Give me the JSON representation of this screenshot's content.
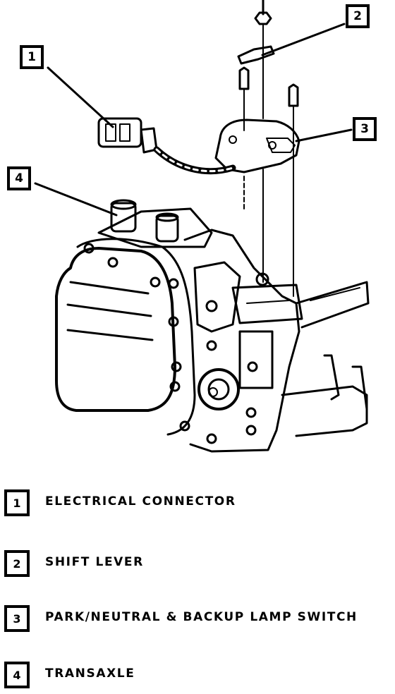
{
  "callouts": [
    {
      "number": "1"
    },
    {
      "number": "2"
    },
    {
      "number": "3"
    },
    {
      "number": "4"
    }
  ],
  "legend": [
    {
      "number": "1",
      "label": "ELECTRICAL CONNECTOR"
    },
    {
      "number": "2",
      "label": "SHIFT LEVER"
    },
    {
      "number": "3",
      "label": "PARK/NEUTRAL & BACKUP LAMP SWITCH"
    },
    {
      "number": "4",
      "label": "TRANSAXLE"
    }
  ]
}
